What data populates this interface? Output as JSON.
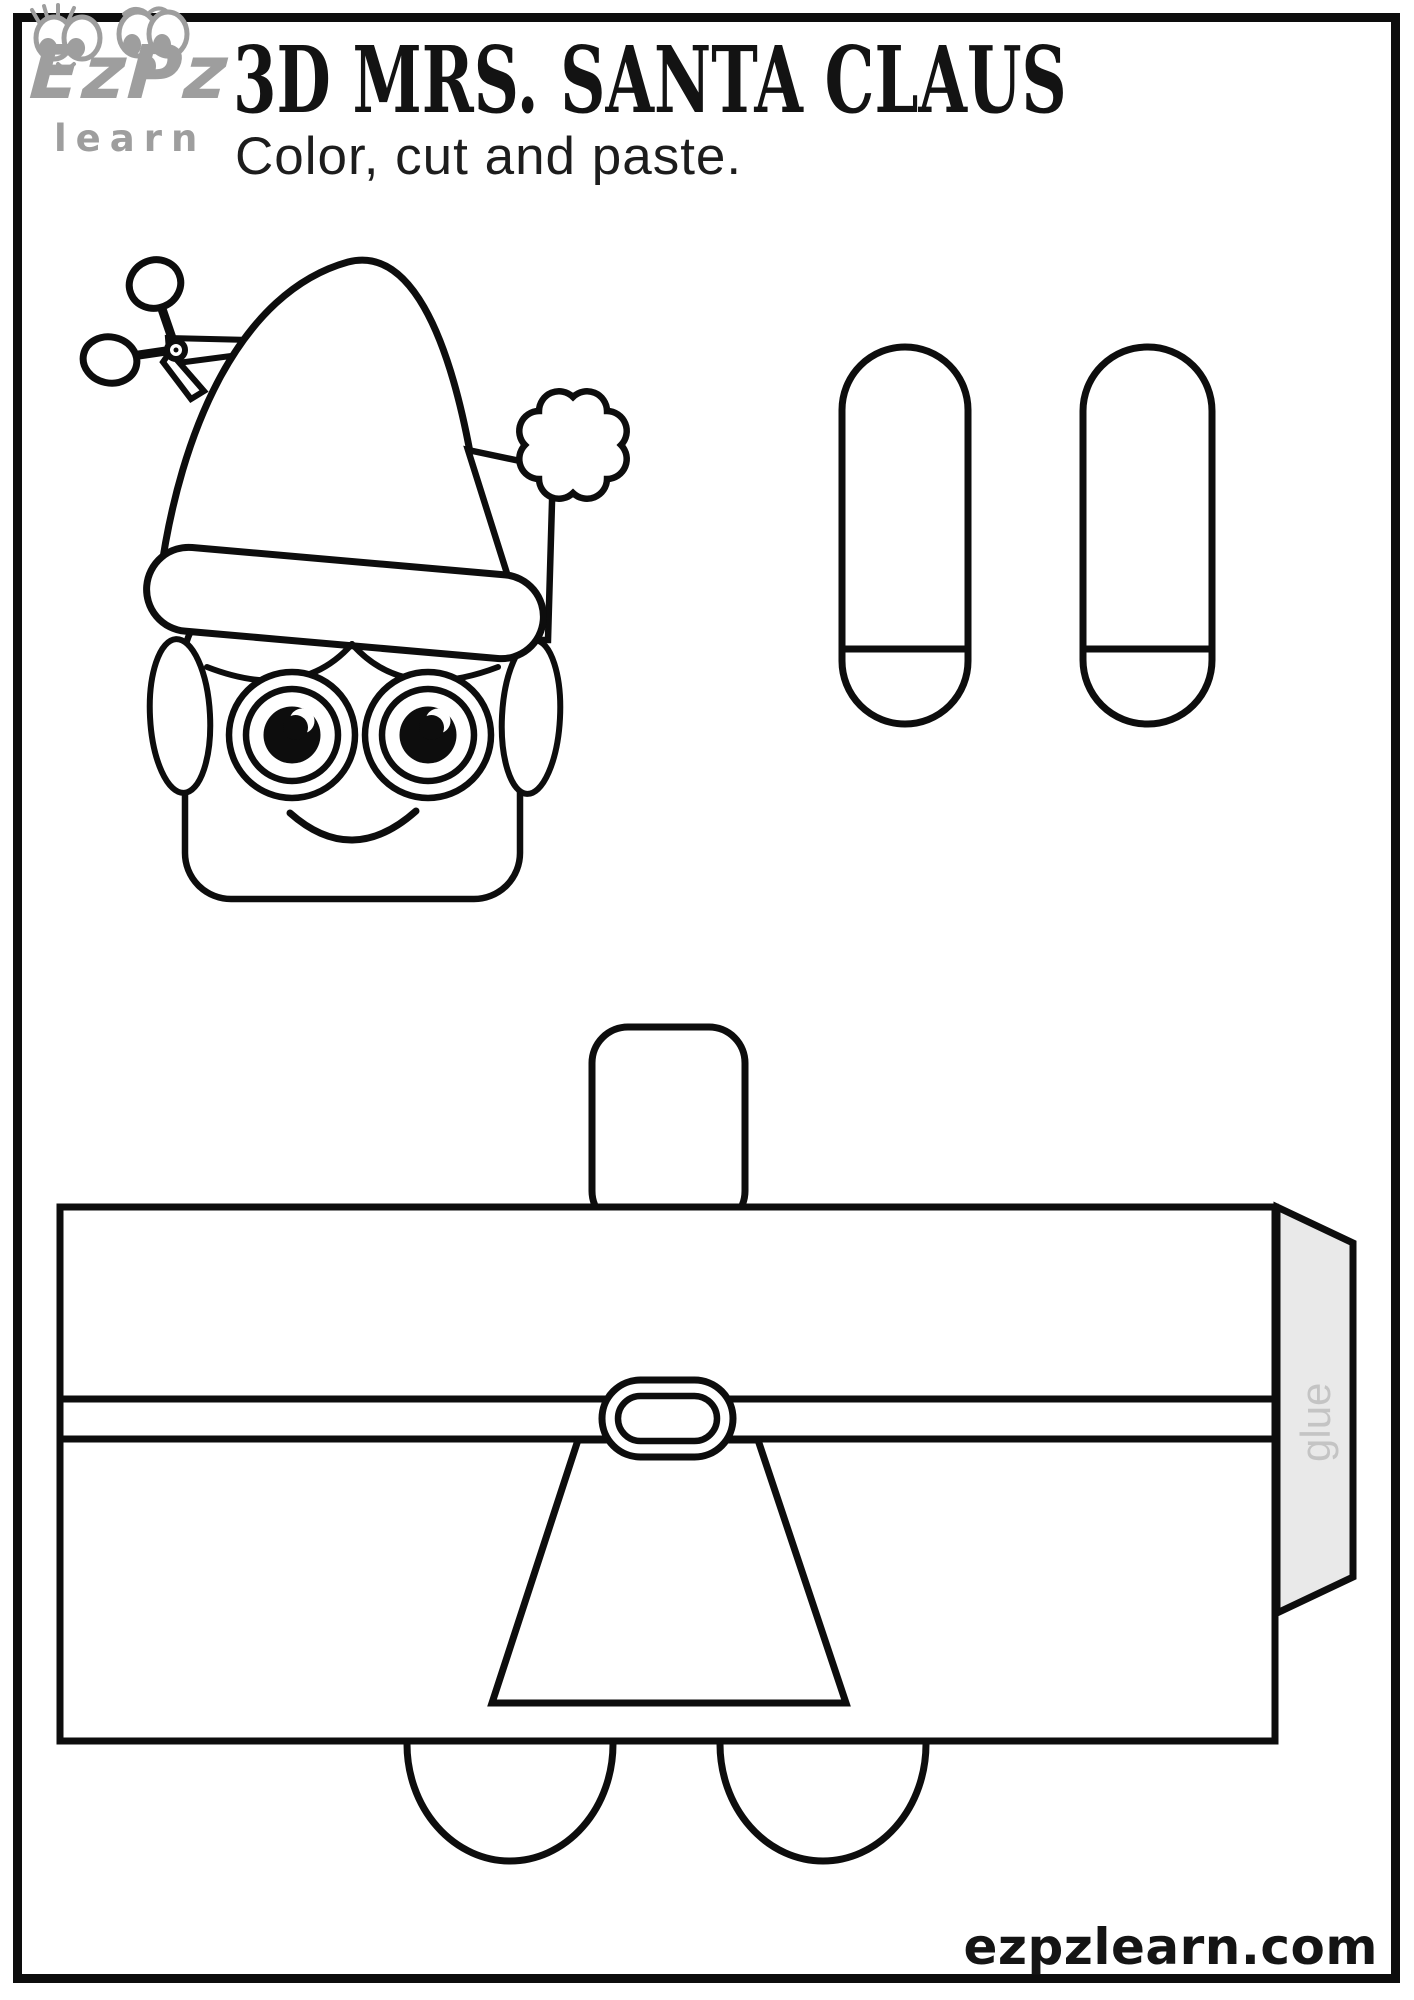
{
  "page": {
    "background": "#ffffff",
    "border_color": "#0d0d0d"
  },
  "logo": {
    "brand": "EzPz",
    "sub": "learn",
    "color": "#9e9e9e"
  },
  "header": {
    "title": "3D MRS. SANTA CLAUS",
    "subtitle": "Color, cut and paste."
  },
  "worksheet": {
    "outline_color": "#0d0d0d",
    "glue_label": "glue",
    "glue_flap_fill": "#e9e9e9",
    "glue_text_color": "#c4c4c4",
    "pieces": [
      "santa-head",
      "arm-left",
      "arm-right",
      "body-wrap"
    ]
  },
  "footer": {
    "url": "ezpzlearn.com"
  }
}
